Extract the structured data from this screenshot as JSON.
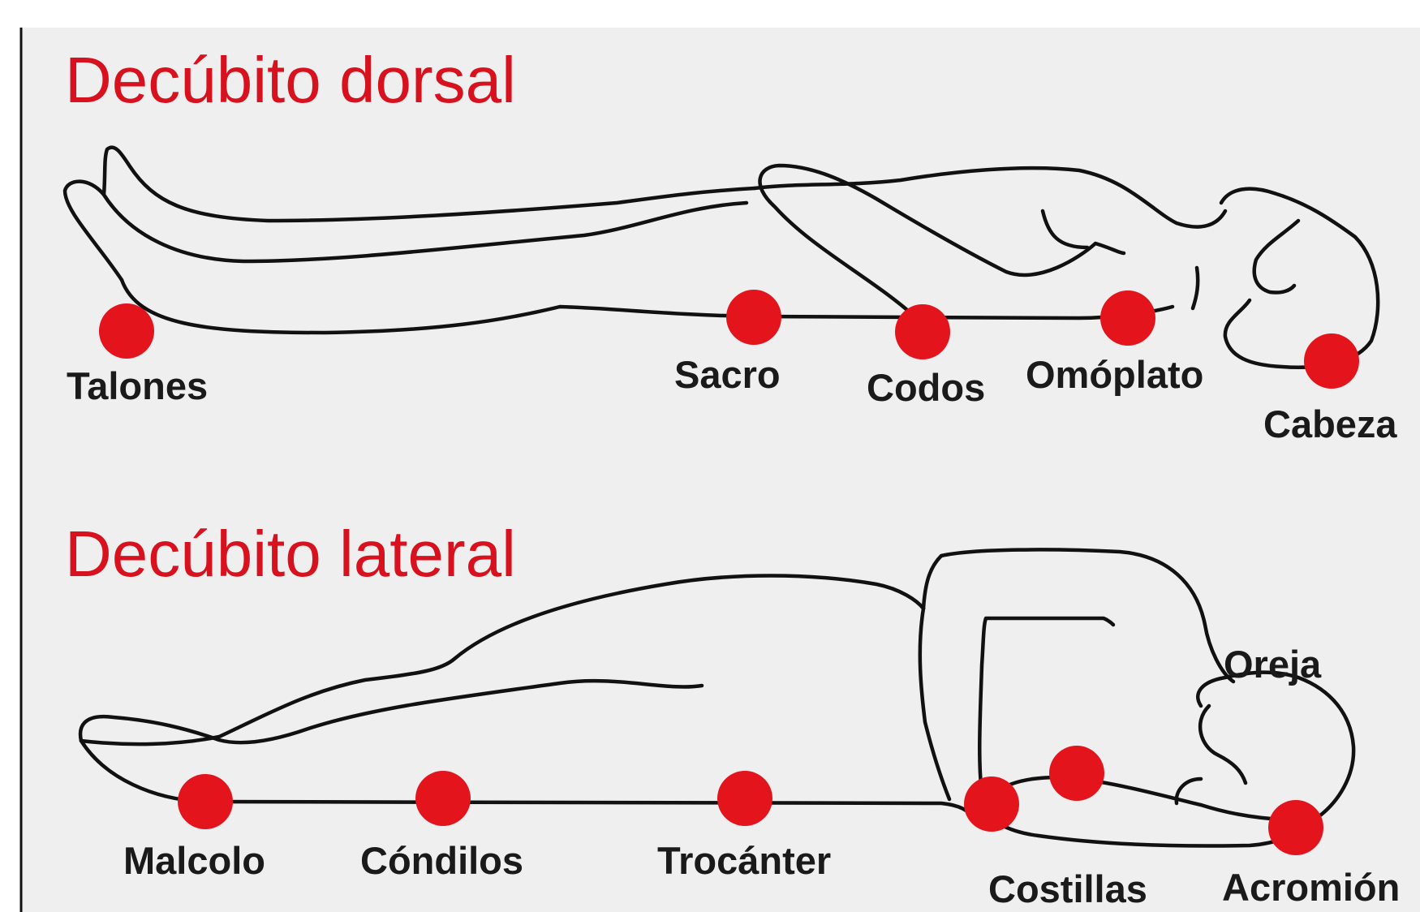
{
  "diagram": {
    "sections": [
      {
        "title": "Decúbito dorsal",
        "points": [
          "Talones",
          "Sacro",
          "Codos",
          "Omóplato",
          "Cabeza"
        ]
      },
      {
        "title": "Decúbito lateral",
        "points": [
          "Malcolo",
          "Cóndilos",
          "Trocánter",
          "Costillas",
          "Acromión",
          "Oreja"
        ]
      }
    ],
    "colors": {
      "heading": "#d7121e",
      "pressure_point": "#e4141c",
      "background": "#efefef",
      "outline": "#111111"
    }
  }
}
